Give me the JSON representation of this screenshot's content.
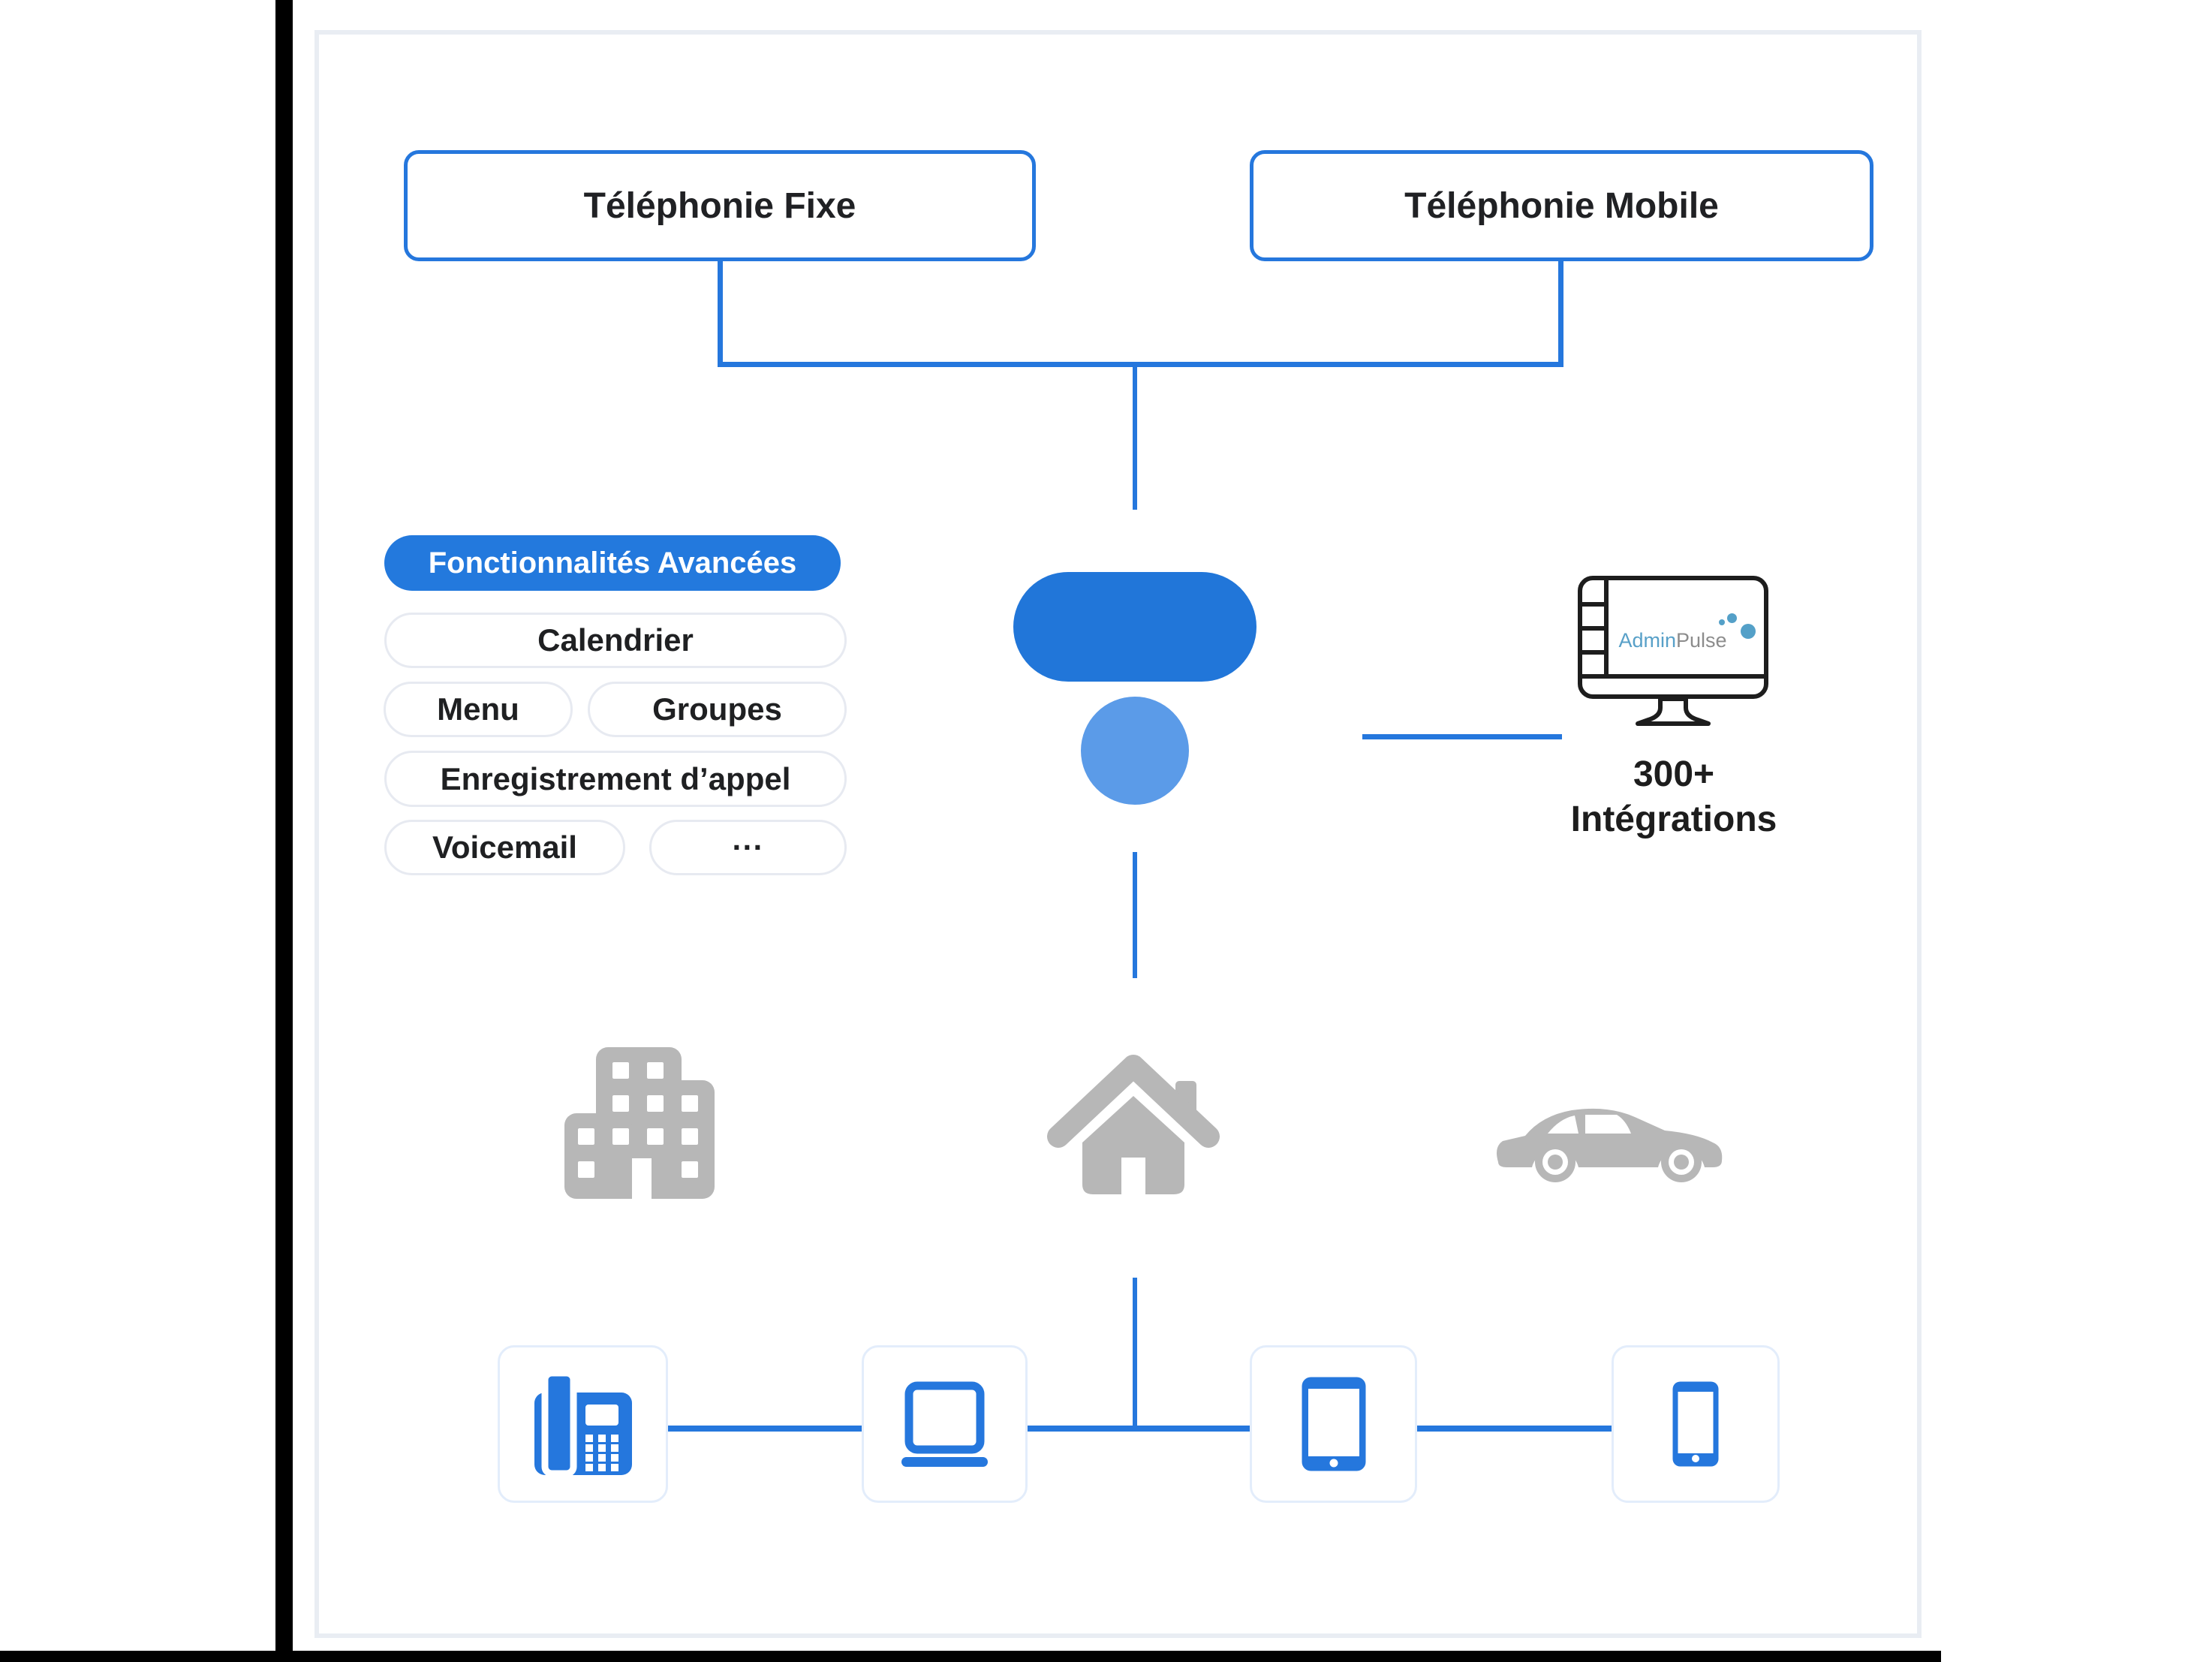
{
  "page": {
    "background": "#ffffff",
    "accent_blue": "#2577dd",
    "logo_pill_color": "#2176d9",
    "logo_circle_color": "#5b9be8",
    "gray_icon_color": "#b7b7b7"
  },
  "top_boxes": {
    "fixe": "Téléphonie Fixe",
    "mobile": "Téléphonie Mobile"
  },
  "features": {
    "header": "Fonctionnalités Avancées",
    "calendrier": "Calendrier",
    "menu": "Menu",
    "groupes": "Groupes",
    "enregistrement": "Enregistrement d’appel",
    "voicemail": "Voicemail",
    "more": "···"
  },
  "integrations": {
    "brand_admin": "Admin",
    "brand_pulse": "Pulse",
    "line1": "300+",
    "line2": "Intégrations"
  },
  "icons": [
    "monitor-icon",
    "building-icon",
    "house-icon",
    "car-icon",
    "desk-phone-icon",
    "laptop-icon",
    "tablet-icon",
    "smartphone-icon"
  ]
}
